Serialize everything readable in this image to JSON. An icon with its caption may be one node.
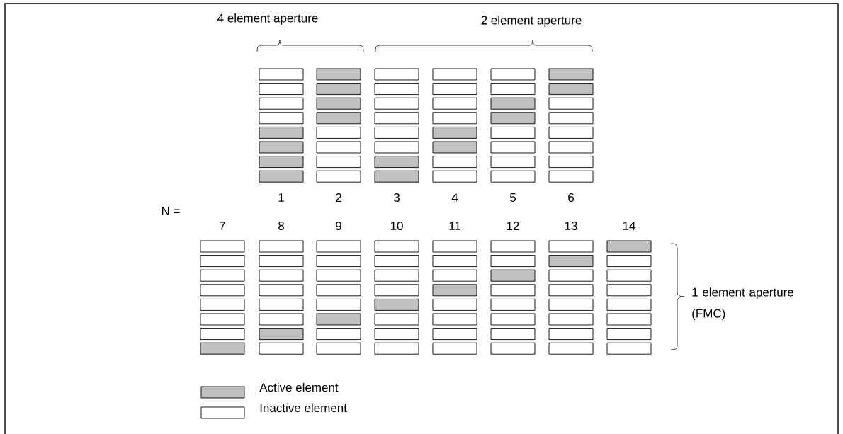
{
  "diagram": {
    "labels": [
      "4 element aperture",
      "2 element aperture",
      "1",
      "2",
      "3",
      "4",
      "5",
      "6",
      "N =",
      "7",
      "8",
      "9",
      "10",
      "11",
      "12",
      "13",
      "14",
      "1 element aperture (FMC)"
    ],
    "legend": [
      {
        "text": "Active element",
        "color": "#c0c0c0"
      },
      {
        "text": "Inactive element"
      }
    ]
  }
}
